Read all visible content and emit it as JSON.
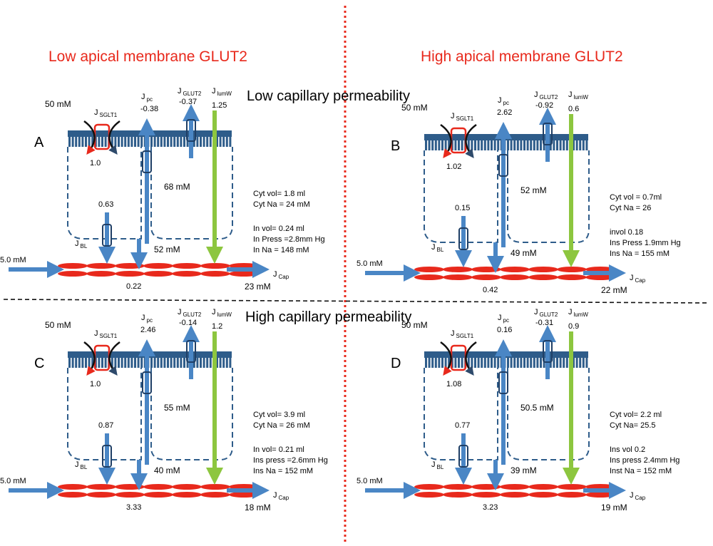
{
  "headers": {
    "left": "Low apical membrane GLUT2",
    "right": "High apical membrane GLUT2",
    "top_row": "Low capillary permeability",
    "bottom_row": "High capillary permeability"
  },
  "labels": {
    "jpc": "J",
    "jpc_sub": "pc",
    "jglut2": "J",
    "jglut2_sub": "GLUT2",
    "jlumw": "J",
    "jlumw_sub": "lumW",
    "jsglt1": "J",
    "jsglt1_sub": "SGLT1",
    "jbl": "J",
    "jbl_sub": "BL",
    "jcap": "J",
    "jcap_sub": "Cap"
  },
  "panels": [
    {
      "letter": "A",
      "lumen": "50 mM",
      "jpc": "-0.38",
      "jglut2": "-0.37",
      "jlumw": "1.25",
      "sglt1": "1.0",
      "cell": "68 mM",
      "bl": "0.63",
      "interstitial": "52 mM",
      "cap_in": "5.0 mM",
      "cap_bottom": "0.22",
      "cap_out": "23 mM",
      "info1": [
        "Cyt vol= 1.8 ml",
        "Cyt Na = 24 mM"
      ],
      "info2": [
        "In vol= 0.24 ml",
        "In Press =2.8mm Hg",
        "In Na = 148 mM"
      ]
    },
    {
      "letter": "B",
      "lumen": "50 mM",
      "jpc": "2.62",
      "jglut2": "-0.92",
      "jlumw": "0.6",
      "sglt1": "1.02",
      "cell": "52 mM",
      "bl": "0.15",
      "interstitial": "49 mM",
      "cap_in": "5.0 mM",
      "cap_bottom": "0.42",
      "cap_out": "22 mM",
      "info1": [
        "Cyt vol  = 0.7ml",
        "Cyt Na = 26"
      ],
      "info2": [
        "invol 0.18",
        "Ins Press 1.9mm Hg",
        "Ins Na = 155 mM"
      ]
    },
    {
      "letter": "C",
      "lumen": "50 mM",
      "jpc": "2.46",
      "jglut2": "-0.14",
      "jlumw": "1.2",
      "sglt1": "1.0",
      "cell": "55 mM",
      "bl": "0.87",
      "interstitial": "40 mM",
      "cap_in": "5.0 mM",
      "cap_bottom": "3.33",
      "cap_out": "18 mM",
      "info1": [
        "Cyt vol= 3.9 ml",
        "Cyt Na = 26 mM"
      ],
      "info2": [
        "In vol= 0.21 ml",
        "Ins press =2.6mm Hg",
        "Ins Na = 152 mM"
      ]
    },
    {
      "letter": "D",
      "lumen": "50 mM",
      "jpc": "0.16",
      "jglut2": "-0.31",
      "jlumw": "0.9",
      "sglt1": "1.08",
      "cell": "50.5 mM",
      "bl": "0.77",
      "interstitial": "39 mM",
      "cap_in": "5.0 mM",
      "cap_bottom": "3.23",
      "cap_out": "19 mM",
      "info1": [
        "Cyt vol=  2.2 ml",
        "Cyt Na= 25.5"
      ],
      "info2": [
        "Ins vol  0.2",
        "Ins press 2.4mm Hg",
        "Inst Na = 152 mM"
      ]
    }
  ],
  "colors": {
    "header_red": "#e8291c",
    "membrane_blue": "#2e5c8a",
    "flux_blue": "#4a86c5",
    "water_green": "#8dc63f",
    "capillary_red": "#e8291c",
    "transporter_red": "#e8291c",
    "divider_red": "#e8291c"
  }
}
